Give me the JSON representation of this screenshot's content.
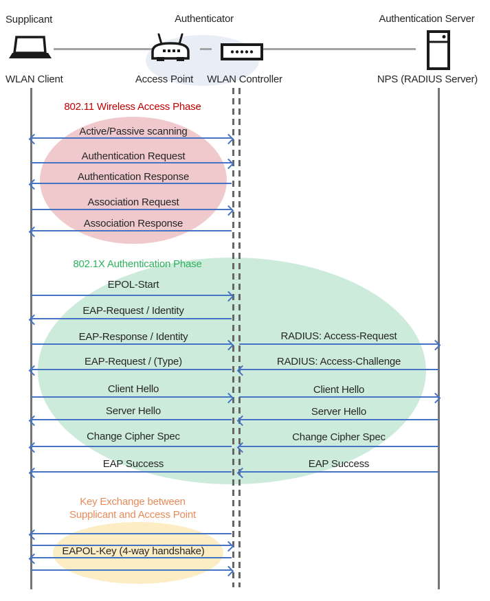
{
  "roles": {
    "supplicant": "Supplicant",
    "authenticator": "Authenticator",
    "authentication_server": "Authentication Server"
  },
  "nodes": {
    "wlan_client": "WLAN Client",
    "access_point": "Access Point",
    "wlan_controller": "WLAN Controller",
    "nps": "NPS (RADIUS Server)"
  },
  "phases": {
    "wireless_access": {
      "title": "802.11 Wireless Access Phase",
      "title_color": "#C00000",
      "fill": "#F0C9CD"
    },
    "authentication": {
      "title": "802.1X Authentication Phase",
      "title_color": "#2DB25F",
      "fill": "#CDEBDA"
    },
    "key_exchange": {
      "title_line1": "Key Exchange between",
      "title_line2": "Supplicant and Access Point",
      "title_color": "#E78B58",
      "fill": "#FCEDC5"
    }
  },
  "messages": {
    "scanning": "Active/Passive scanning",
    "auth_request": "Authentication Request",
    "auth_response": "Authentication Response",
    "assoc_request": "Association Request",
    "assoc_response": "Association Response",
    "epol_start": "EPOL-Start",
    "eap_request_identity": "EAP-Request / Identity",
    "eap_response_identity": "EAP-Response / Identity",
    "radius_access_request": "RADIUS: Access-Request",
    "eap_request_type": "EAP-Request / (Type)",
    "radius_access_challenge": "RADIUS: Access-Challenge",
    "client_hello_left": "Client Hello",
    "client_hello_right": "Client Hello",
    "server_hello_left": "Server Hello",
    "server_hello_right": "Server Hello",
    "change_cipher_spec_left": "Change Cipher Spec",
    "change_cipher_spec_right": "Change Cipher Spec",
    "eap_success_left": "EAP Success",
    "eap_success_right": "EAP Success",
    "eapol_key": "EAPOL-Key (4-way handshake)"
  },
  "colors": {
    "arrow": "#4472C4",
    "lifeline": "#757575",
    "connector": "#A3A3A3",
    "authenticator_ellipse": "#E9EDF6"
  }
}
